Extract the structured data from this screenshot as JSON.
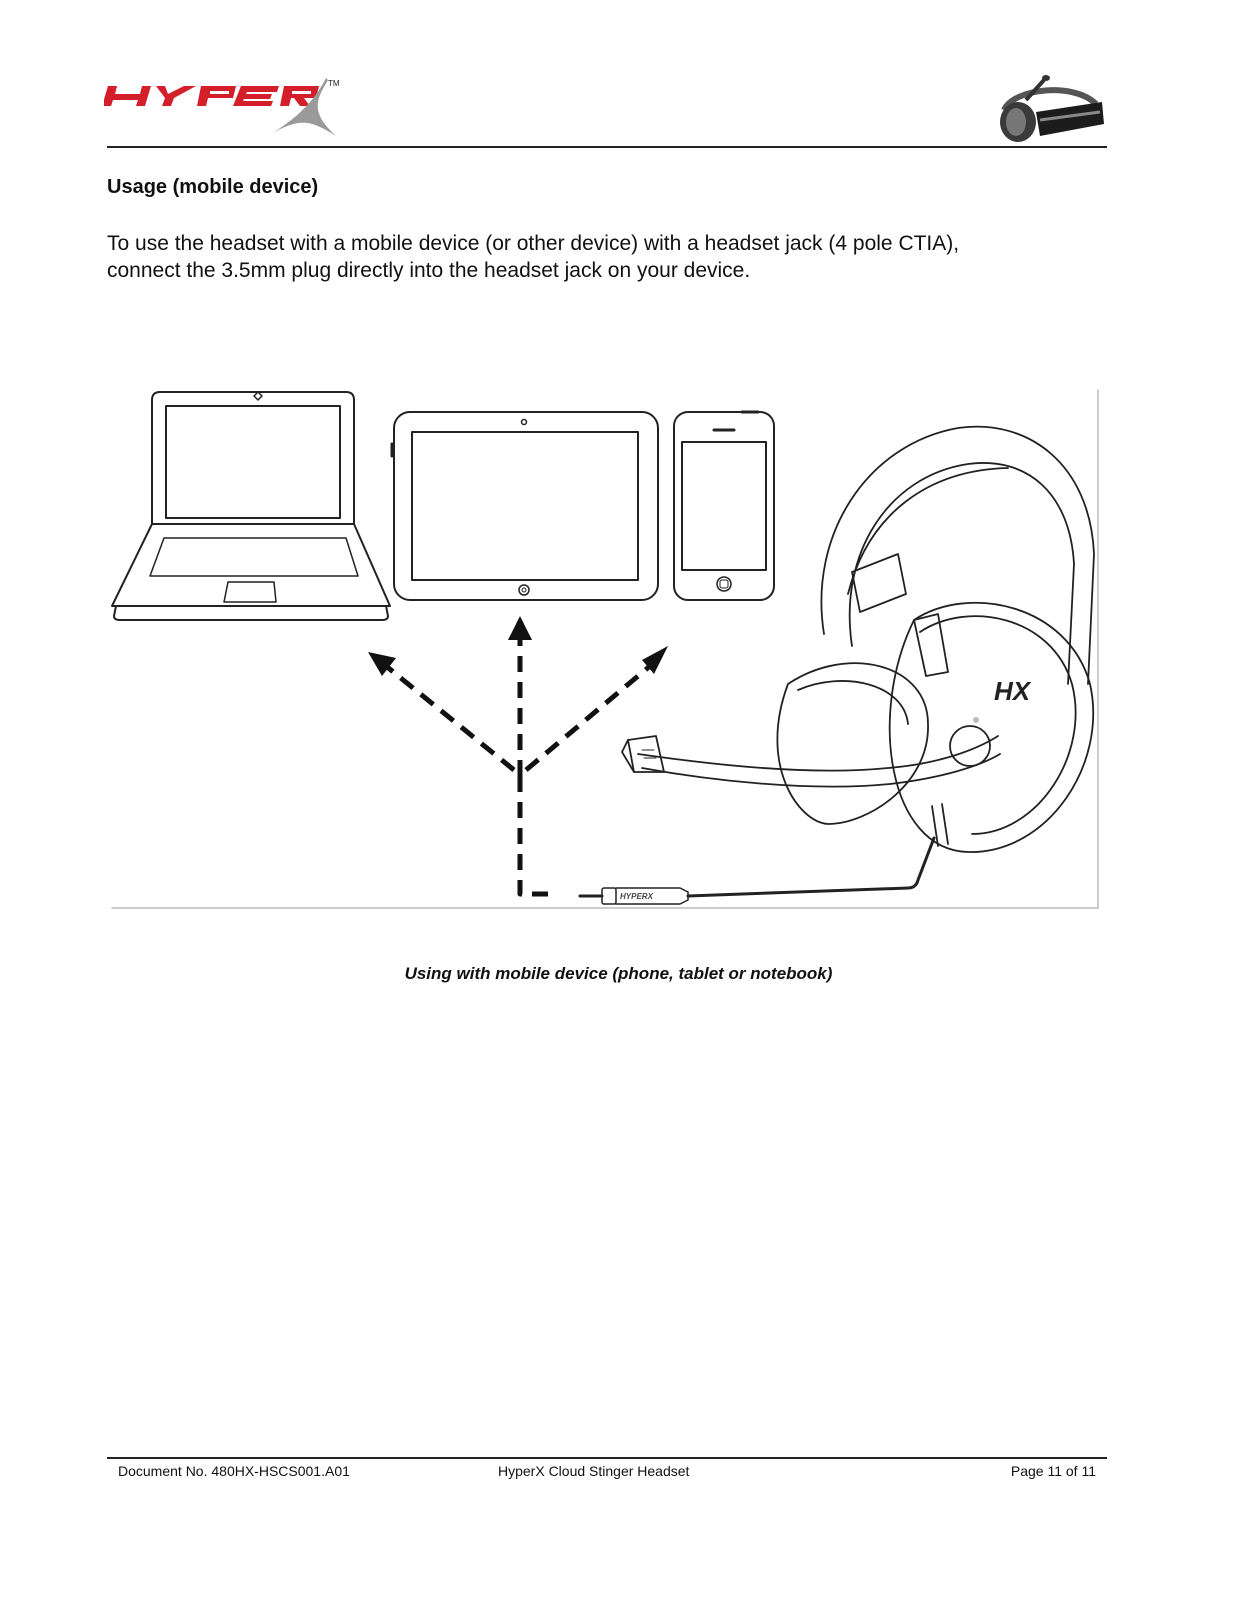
{
  "header": {
    "brand_logo_text": "HYPERX",
    "trademark": "TM"
  },
  "section": {
    "heading": "Usage (mobile device)",
    "body_line1": "To use the headset with a mobile device (or other device) with a headset jack (4 pole CTIA),",
    "body_line2": "connect the 3.5mm plug directly into the headset jack on your device."
  },
  "figure": {
    "caption": "Using with mobile device (phone, tablet or notebook)",
    "headset_logo": "HX",
    "plug_logo": "HYPERX"
  },
  "footer": {
    "document_no": "Document No. 480HX-HSCS001.A01",
    "title": "HyperX Cloud Stinger Headset",
    "page": "Page 11 of 11"
  },
  "colors": {
    "brand_red": "#d41f2a",
    "logo_gray": "#9a9a9a",
    "line": "#222222"
  }
}
